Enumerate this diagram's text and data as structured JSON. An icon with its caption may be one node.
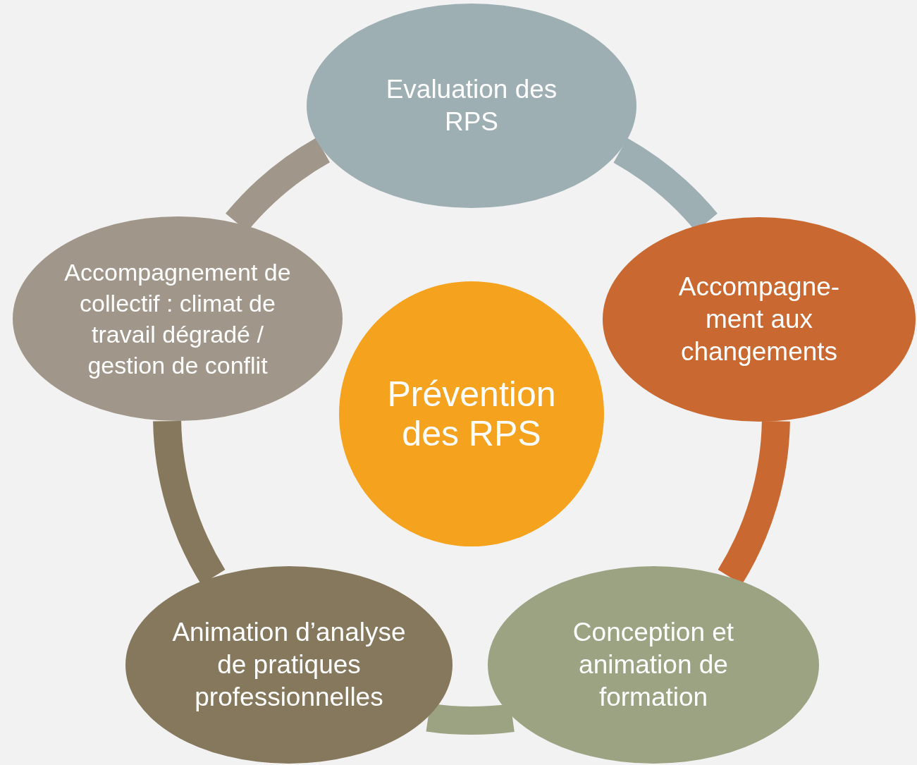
{
  "diagram": {
    "nodes": [
      {
        "text": [
          "Evaluation des RPS"
        ]
      },
      {
        "text": [
          "Accompagne-ment aux changements"
        ]
      },
      {
        "text": [
          "Conception et animation de formation"
        ]
      },
      {
        "text": [
          "Animation d’analyse de pratiques professionnelles"
        ]
      },
      {
        "text": [
          "Accompagnement de collectif : climat de travail dégradé / gestion de conflit"
        ]
      },
      {
        "text": [
          "Prévention des RPS"
        ]
      }
    ],
    "edges": [
      {
        "from": 0,
        "to": 1,
        "arrow": "none",
        "color": "#9eafb4"
      },
      {
        "from": 1,
        "to": 2,
        "arrow": "none",
        "color": "#c96830"
      },
      {
        "from": 2,
        "to": 3,
        "arrow": "none",
        "color": "#9ca383"
      },
      {
        "from": 3,
        "to": 4,
        "arrow": "none",
        "color": "#85785c"
      },
      {
        "from": 4,
        "to": 0,
        "arrow": "none",
        "color": "#a0978a"
      }
    ]
  }
}
